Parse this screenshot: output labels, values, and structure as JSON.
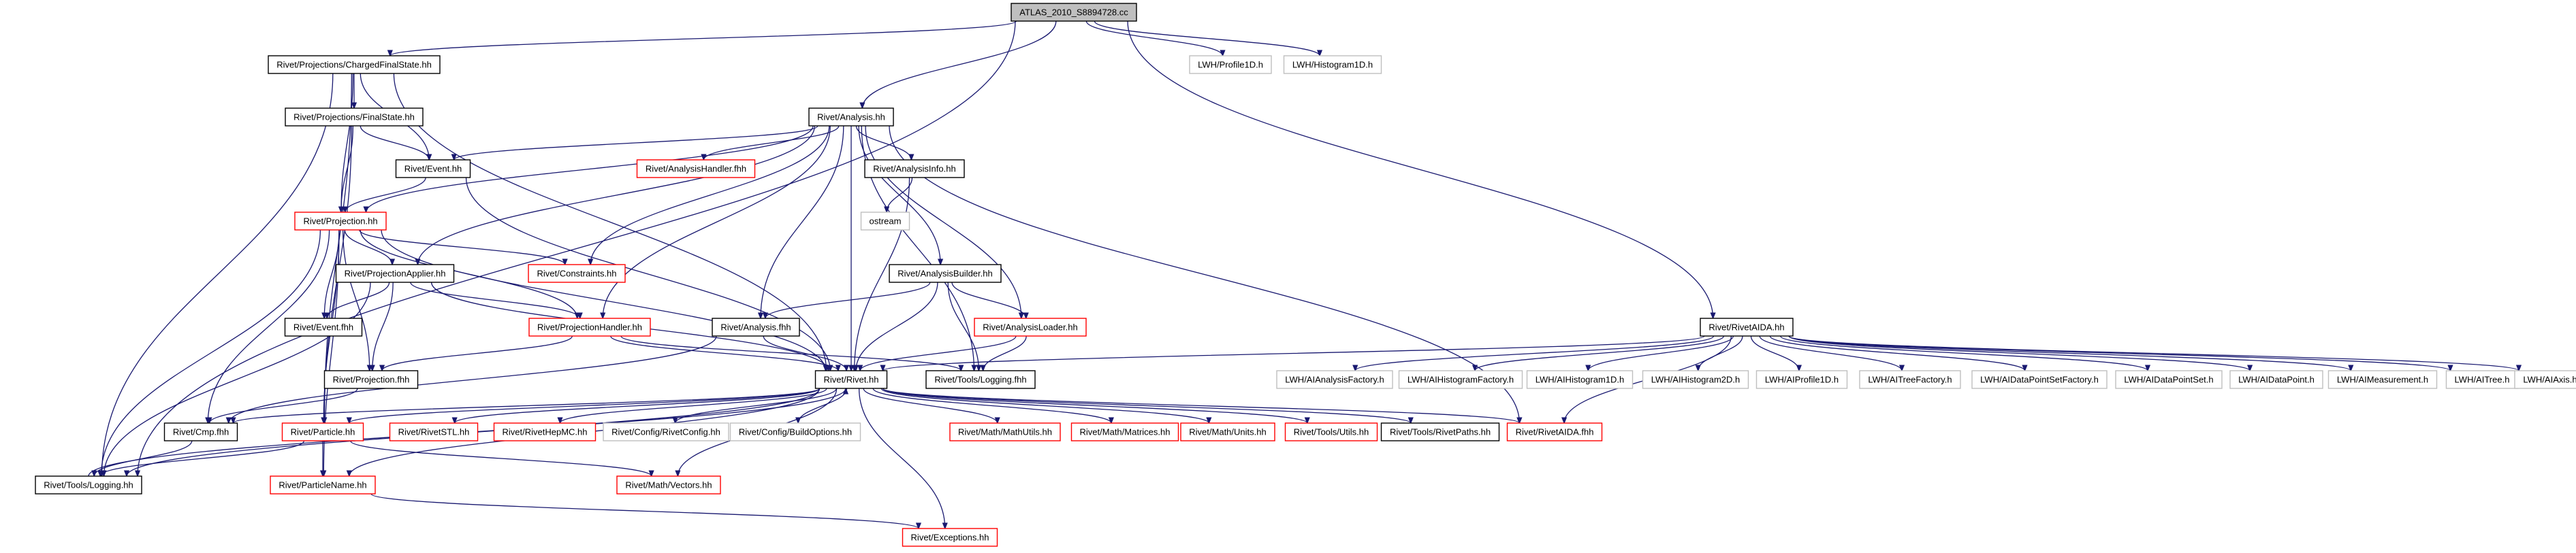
{
  "diagram": {
    "colors": {
      "edge": "#191970",
      "border_documented": "#000000",
      "border_undocumented": "#ff0000",
      "border_external": "#bfbfbf",
      "root_fill": "#bfbfbf"
    },
    "nodes": [
      {
        "id": "root",
        "label": "ATLAS_2010_S8894728.cc",
        "style": "root"
      },
      {
        "id": "cfs",
        "label": "Rivet/Projections/ChargedFinalState.hh",
        "style": "black"
      },
      {
        "id": "profile1d_h",
        "label": "LWH/Profile1D.h",
        "style": "grey"
      },
      {
        "id": "histo1d_h",
        "label": "LWH/Histogram1D.h",
        "style": "grey"
      },
      {
        "id": "fs",
        "label": "Rivet/Projections/FinalState.hh",
        "style": "black"
      },
      {
        "id": "analysis",
        "label": "Rivet/Analysis.hh",
        "style": "black"
      },
      {
        "id": "event",
        "label": "Rivet/Event.hh",
        "style": "black"
      },
      {
        "id": "analysishandler_fhh",
        "label": "Rivet/AnalysisHandler.fhh",
        "style": "red"
      },
      {
        "id": "analysisinfo",
        "label": "Rivet/AnalysisInfo.hh",
        "style": "black"
      },
      {
        "id": "projection",
        "label": "Rivet/Projection.hh",
        "style": "red"
      },
      {
        "id": "ostream",
        "label": "ostream",
        "style": "grey"
      },
      {
        "id": "constraints",
        "label": "Rivet/Constraints.hh",
        "style": "red"
      },
      {
        "id": "projapplier",
        "label": "Rivet/ProjectionApplier.hh",
        "style": "black"
      },
      {
        "id": "analysisbuilder",
        "label": "Rivet/AnalysisBuilder.hh",
        "style": "black"
      },
      {
        "id": "rivetaida",
        "label": "Rivet/RivetAIDA.hh",
        "style": "black"
      },
      {
        "id": "event_fhh",
        "label": "Rivet/Event.fhh",
        "style": "black"
      },
      {
        "id": "projhandler",
        "label": "Rivet/ProjectionHandler.hh",
        "style": "red"
      },
      {
        "id": "analysis_fhh",
        "label": "Rivet/Analysis.fhh",
        "style": "black"
      },
      {
        "id": "analysisloader",
        "label": "Rivet/AnalysisLoader.hh",
        "style": "red"
      },
      {
        "id": "projection_fhh",
        "label": "Rivet/Projection.fhh",
        "style": "black"
      },
      {
        "id": "rivet",
        "label": "Rivet/Rivet.hh",
        "style": "black"
      },
      {
        "id": "logging_fhh",
        "label": "Rivet/Tools/Logging.fhh",
        "style": "black"
      },
      {
        "id": "aianalysisfactory",
        "label": "LWH/AIAnalysisFactory.h",
        "style": "grey"
      },
      {
        "id": "aihistogramfactory",
        "label": "LWH/AIHistogramFactory.h",
        "style": "grey"
      },
      {
        "id": "aihistogram1d",
        "label": "LWH/AIHistogram1D.h",
        "style": "grey"
      },
      {
        "id": "aihistogram2d",
        "label": "LWH/AIHistogram2D.h",
        "style": "grey"
      },
      {
        "id": "aiprofile1d",
        "label": "LWH/AIProfile1D.h",
        "style": "grey"
      },
      {
        "id": "aitreefactory",
        "label": "LWH/AITreeFactory.h",
        "style": "grey"
      },
      {
        "id": "aidatapointsetfactory",
        "label": "LWH/AIDataPointSetFactory.h",
        "style": "grey"
      },
      {
        "id": "aidatapointset",
        "label": "LWH/AIDataPointSet.h",
        "style": "grey"
      },
      {
        "id": "aidatapoint",
        "label": "LWH/AIDataPoint.h",
        "style": "grey"
      },
      {
        "id": "aimeasurement",
        "label": "LWH/AIMeasurement.h",
        "style": "grey"
      },
      {
        "id": "aitree",
        "label": "LWH/AITree.h",
        "style": "grey"
      },
      {
        "id": "aiaxis",
        "label": "LWH/AIAxis.h",
        "style": "grey"
      },
      {
        "id": "cmp_fhh",
        "label": "Rivet/Cmp.fhh",
        "style": "black"
      },
      {
        "id": "particle",
        "label": "Rivet/Particle.hh",
        "style": "red"
      },
      {
        "id": "rivetstl",
        "label": "Rivet/RivetSTL.hh",
        "style": "red"
      },
      {
        "id": "rivethepmc",
        "label": "Rivet/RivetHepMC.hh",
        "style": "red"
      },
      {
        "id": "rivetconfig",
        "label": "Rivet/Config/RivetConfig.hh",
        "style": "grey"
      },
      {
        "id": "buildoptions",
        "label": "Rivet/Config/BuildOptions.hh",
        "style": "grey"
      },
      {
        "id": "mathutils",
        "label": "Rivet/Math/MathUtils.hh",
        "style": "red"
      },
      {
        "id": "matrices",
        "label": "Rivet/Math/Matrices.hh",
        "style": "red"
      },
      {
        "id": "units",
        "label": "Rivet/Math/Units.hh",
        "style": "red"
      },
      {
        "id": "utils",
        "label": "Rivet/Tools/Utils.hh",
        "style": "red"
      },
      {
        "id": "rivetpaths",
        "label": "Rivet/Tools/RivetPaths.hh",
        "style": "black"
      },
      {
        "id": "rivetaida_fhh",
        "label": "Rivet/RivetAIDA.fhh",
        "style": "red"
      },
      {
        "id": "logging_hh",
        "label": "Rivet/Tools/Logging.hh",
        "style": "black"
      },
      {
        "id": "particlename",
        "label": "Rivet/ParticleName.hh",
        "style": "red"
      },
      {
        "id": "vectors",
        "label": "Rivet/Math/Vectors.hh",
        "style": "red"
      },
      {
        "id": "exceptions",
        "label": "Rivet/Exceptions.hh",
        "style": "red"
      }
    ],
    "edges": [
      [
        "root",
        "cfs"
      ],
      [
        "root",
        "profile1d_h"
      ],
      [
        "root",
        "histo1d_h"
      ],
      [
        "root",
        "analysis"
      ],
      [
        "root",
        "rivetaida"
      ],
      [
        "root",
        "logging_hh"
      ],
      [
        "cfs",
        "fs"
      ],
      [
        "cfs",
        "event"
      ],
      [
        "cfs",
        "projection"
      ],
      [
        "cfs",
        "rivet"
      ],
      [
        "cfs",
        "particle"
      ],
      [
        "cfs",
        "logging_hh"
      ],
      [
        "fs",
        "event"
      ],
      [
        "fs",
        "projection"
      ],
      [
        "fs",
        "particle"
      ],
      [
        "analysis",
        "event"
      ],
      [
        "analysis",
        "projection"
      ],
      [
        "analysis",
        "analysishandler_fhh"
      ],
      [
        "analysis",
        "analysisinfo"
      ],
      [
        "analysis",
        "analysisbuilder"
      ],
      [
        "analysis",
        "analysisloader"
      ],
      [
        "analysis",
        "constraints"
      ],
      [
        "analysis",
        "projapplier"
      ],
      [
        "analysis",
        "projhandler"
      ],
      [
        "analysis",
        "analysis_fhh"
      ],
      [
        "analysis",
        "rivet"
      ],
      [
        "analysis",
        "logging_fhh"
      ],
      [
        "analysis",
        "rivetaida_fhh"
      ],
      [
        "event",
        "projection"
      ],
      [
        "event",
        "rivet"
      ],
      [
        "analysisinfo",
        "ostream"
      ],
      [
        "analysisinfo",
        "rivet"
      ],
      [
        "projection",
        "projapplier"
      ],
      [
        "projection",
        "constraints"
      ],
      [
        "projection",
        "projhandler"
      ],
      [
        "projection",
        "event_fhh"
      ],
      [
        "projection",
        "projection_fhh"
      ],
      [
        "projection",
        "rivet"
      ],
      [
        "projection",
        "cmp_fhh"
      ],
      [
        "projection",
        "particle"
      ],
      [
        "projection",
        "logging_hh"
      ],
      [
        "projection",
        "particlename"
      ],
      [
        "projapplier",
        "event_fhh"
      ],
      [
        "projapplier",
        "projhandler"
      ],
      [
        "projapplier",
        "projection_fhh"
      ],
      [
        "projapplier",
        "rivet"
      ],
      [
        "projapplier",
        "logging_hh"
      ],
      [
        "analysisbuilder",
        "analysis_fhh"
      ],
      [
        "analysisbuilder",
        "analysisloader"
      ],
      [
        "analysisbuilder",
        "rivet"
      ],
      [
        "analysisbuilder",
        "logging_fhh"
      ],
      [
        "projhandler",
        "projection_fhh"
      ],
      [
        "projhandler",
        "rivet"
      ],
      [
        "projhandler",
        "logging_fhh"
      ],
      [
        "analysis_fhh",
        "rivet"
      ],
      [
        "analysis_fhh",
        "cmp_fhh"
      ],
      [
        "analysisloader",
        "rivet"
      ],
      [
        "analysisloader",
        "logging_fhh"
      ],
      [
        "projection_fhh",
        "cmp_fhh"
      ],
      [
        "rivetaida",
        "rivet"
      ],
      [
        "rivetaida",
        "aianalysisfactory"
      ],
      [
        "rivetaida",
        "aihistogramfactory"
      ],
      [
        "rivetaida",
        "aihistogram1d"
      ],
      [
        "rivetaida",
        "aihistogram2d"
      ],
      [
        "rivetaida",
        "aiprofile1d"
      ],
      [
        "rivetaida",
        "aitreefactory"
      ],
      [
        "rivetaida",
        "aidatapointsetfactory"
      ],
      [
        "rivetaida",
        "aidatapointset"
      ],
      [
        "rivetaida",
        "aidatapoint"
      ],
      [
        "rivetaida",
        "aimeasurement"
      ],
      [
        "rivetaida",
        "aitree"
      ],
      [
        "rivetaida",
        "aiaxis"
      ],
      [
        "rivetaida",
        "rivetaida_fhh"
      ],
      [
        "rivet",
        "cmp_fhh"
      ],
      [
        "rivet",
        "particle"
      ],
      [
        "rivet",
        "rivetstl"
      ],
      [
        "rivet",
        "rivethepmc"
      ],
      [
        "rivet",
        "rivetconfig"
      ],
      [
        "rivet",
        "buildoptions"
      ],
      [
        "rivet",
        "mathutils"
      ],
      [
        "rivet",
        "matrices"
      ],
      [
        "rivet",
        "units"
      ],
      [
        "rivet",
        "utils"
      ],
      [
        "rivet",
        "rivetpaths"
      ],
      [
        "rivet",
        "rivetaida_fhh"
      ],
      [
        "rivet",
        "logging_hh"
      ],
      [
        "rivet",
        "particlename"
      ],
      [
        "rivet",
        "vectors"
      ],
      [
        "rivet",
        "exceptions"
      ],
      [
        "particle",
        "particlename"
      ],
      [
        "particle",
        "vectors"
      ],
      [
        "particle",
        "logging_hh"
      ],
      [
        "cmp_fhh",
        "logging_hh"
      ],
      [
        "particlename",
        "exceptions"
      ],
      [
        "logging_hh",
        "rivet"
      ]
    ]
  }
}
